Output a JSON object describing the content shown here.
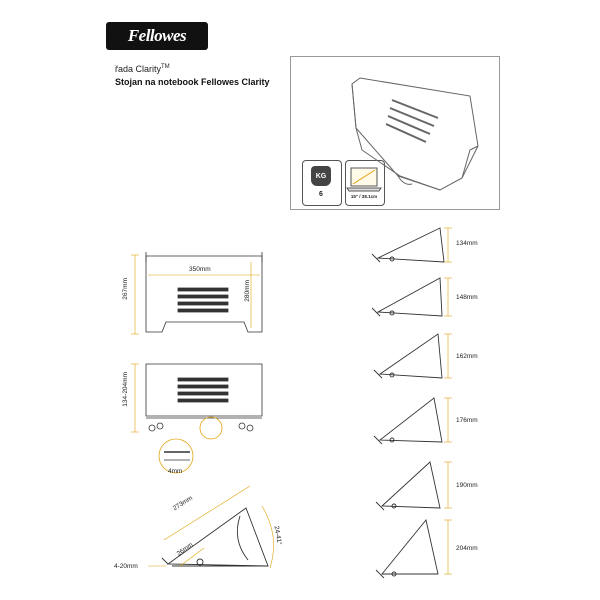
{
  "brand": {
    "logo_text": "Fellowes"
  },
  "header": {
    "series_text": "řada Clarity",
    "series_mark": "TM",
    "product_title": "Stojan na notebook Fellowes Clarity"
  },
  "specs": {
    "weight_icon_label": "KG",
    "weight_value": "6",
    "screen_value": "15\" / 38.1cm"
  },
  "dimensions": {
    "top_view": {
      "width": "350mm",
      "depth": "267mm",
      "inner": "280mm"
    },
    "front_view": {
      "height_range": "134-204mm",
      "foot": "4mm"
    },
    "side_view": {
      "diag": "273mm",
      "lip": "26mm",
      "angle": "24-41°",
      "lip_height": "4-20mm"
    },
    "heights": [
      "134mm",
      "148mm",
      "162mm",
      "176mm",
      "190mm",
      "204mm"
    ]
  },
  "colors": {
    "accent": "#e2a20e",
    "line": "#333333"
  }
}
